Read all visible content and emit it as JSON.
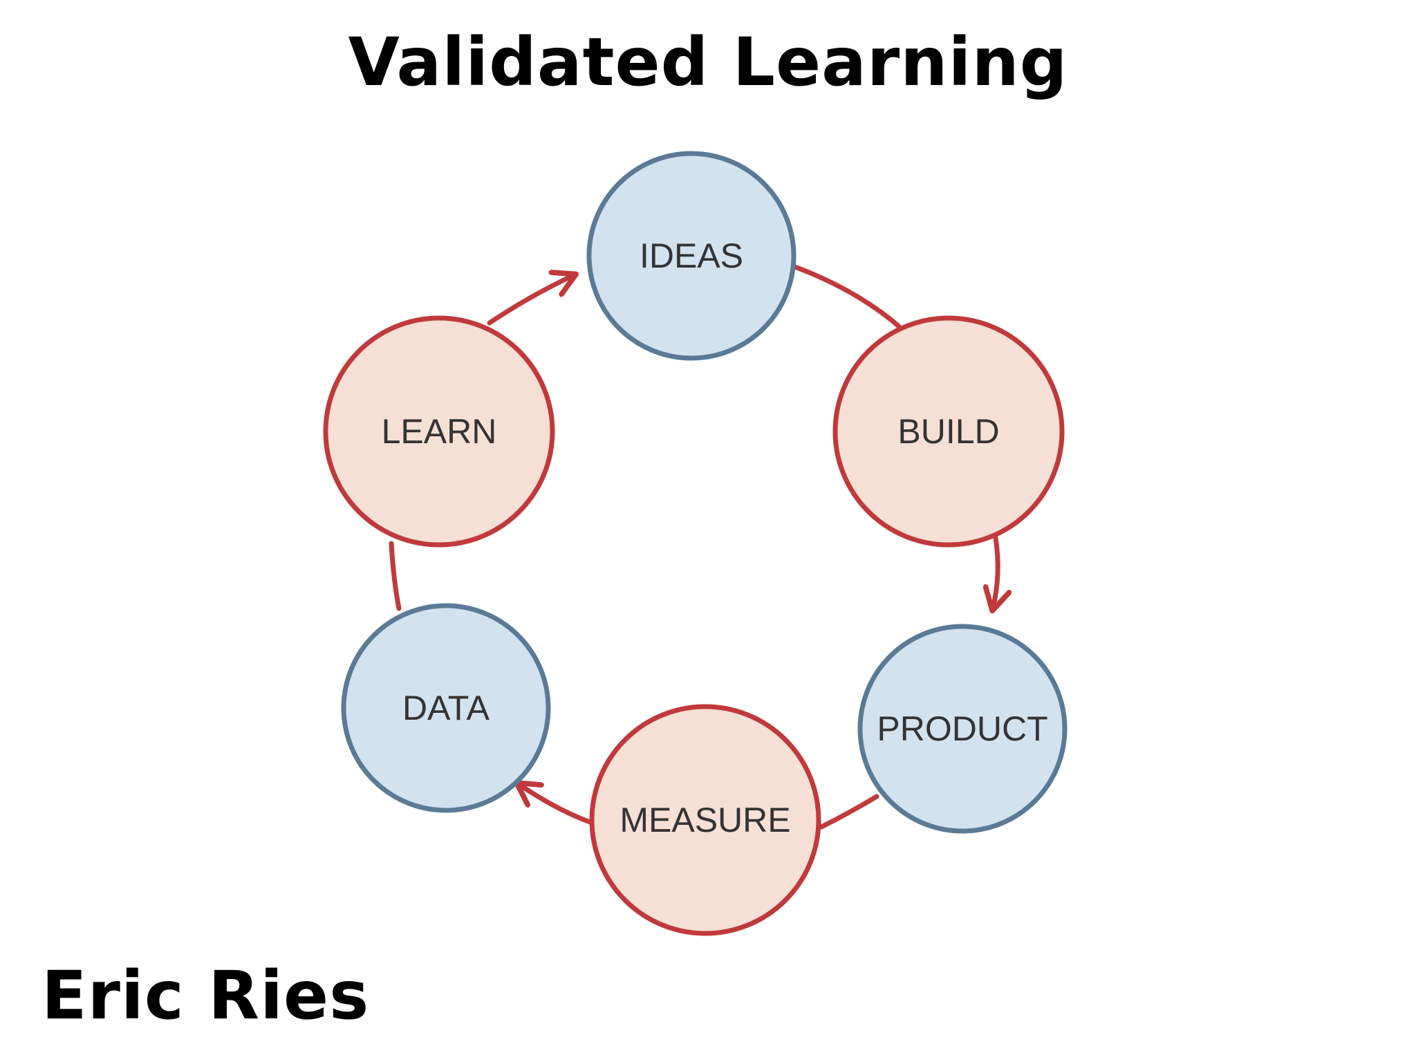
{
  "title": "Validated Learning",
  "author": "Eric Ries",
  "colors": {
    "red_stroke": "#c0393b",
    "red_fill": "#f6dfd5",
    "blue_stroke": "#5a7a96",
    "blue_fill": "#d3e2ef"
  },
  "cycle": {
    "nodes": [
      {
        "id": "ideas",
        "label": "IDEAS",
        "kind": "blue"
      },
      {
        "id": "build",
        "label": "BUILD",
        "kind": "red"
      },
      {
        "id": "product",
        "label": "PRODUCT",
        "kind": "blue"
      },
      {
        "id": "measure",
        "label": "MEASURE",
        "kind": "red"
      },
      {
        "id": "data",
        "label": "DATA",
        "kind": "blue"
      },
      {
        "id": "learn",
        "label": "LEARN",
        "kind": "red"
      }
    ],
    "edges": [
      {
        "from": "ideas",
        "to": "build",
        "arrow": false
      },
      {
        "from": "build",
        "to": "product",
        "arrow": true
      },
      {
        "from": "product",
        "to": "measure",
        "arrow": false
      },
      {
        "from": "measure",
        "to": "data",
        "arrow": true
      },
      {
        "from": "data",
        "to": "learn",
        "arrow": false
      },
      {
        "from": "learn",
        "to": "ideas",
        "arrow": true
      }
    ]
  }
}
